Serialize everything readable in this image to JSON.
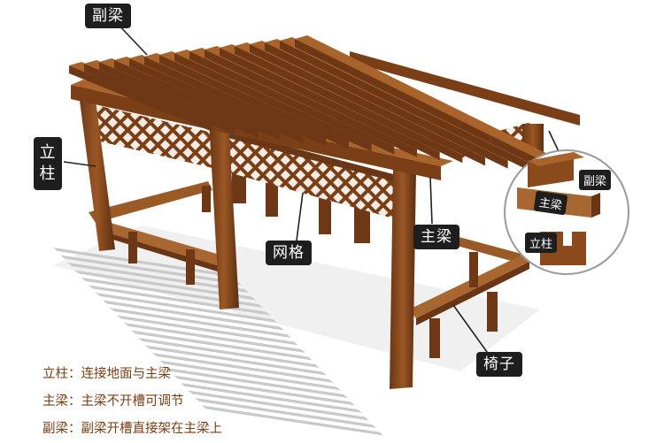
{
  "labels": {
    "secondary_beam": "副梁",
    "post": "立柱",
    "lattice": "网格",
    "main_beam": "主梁",
    "bench": "椅子"
  },
  "detail": {
    "secondary_beam": "副梁",
    "main_beam": "主梁",
    "post": "立柱"
  },
  "notes": [
    "立柱：连接地面与主梁",
    "主梁：主梁不开槽可调节",
    "副梁：副梁开槽直接架在主梁上"
  ],
  "colors": {
    "wood_dark": "#5a2f12",
    "wood_mid": "#8a4a1c",
    "wood_light": "#a8642a",
    "shadow": "#c9c9c9",
    "label_bg": "#1e1e1e",
    "note_text": "#7a3d14"
  }
}
